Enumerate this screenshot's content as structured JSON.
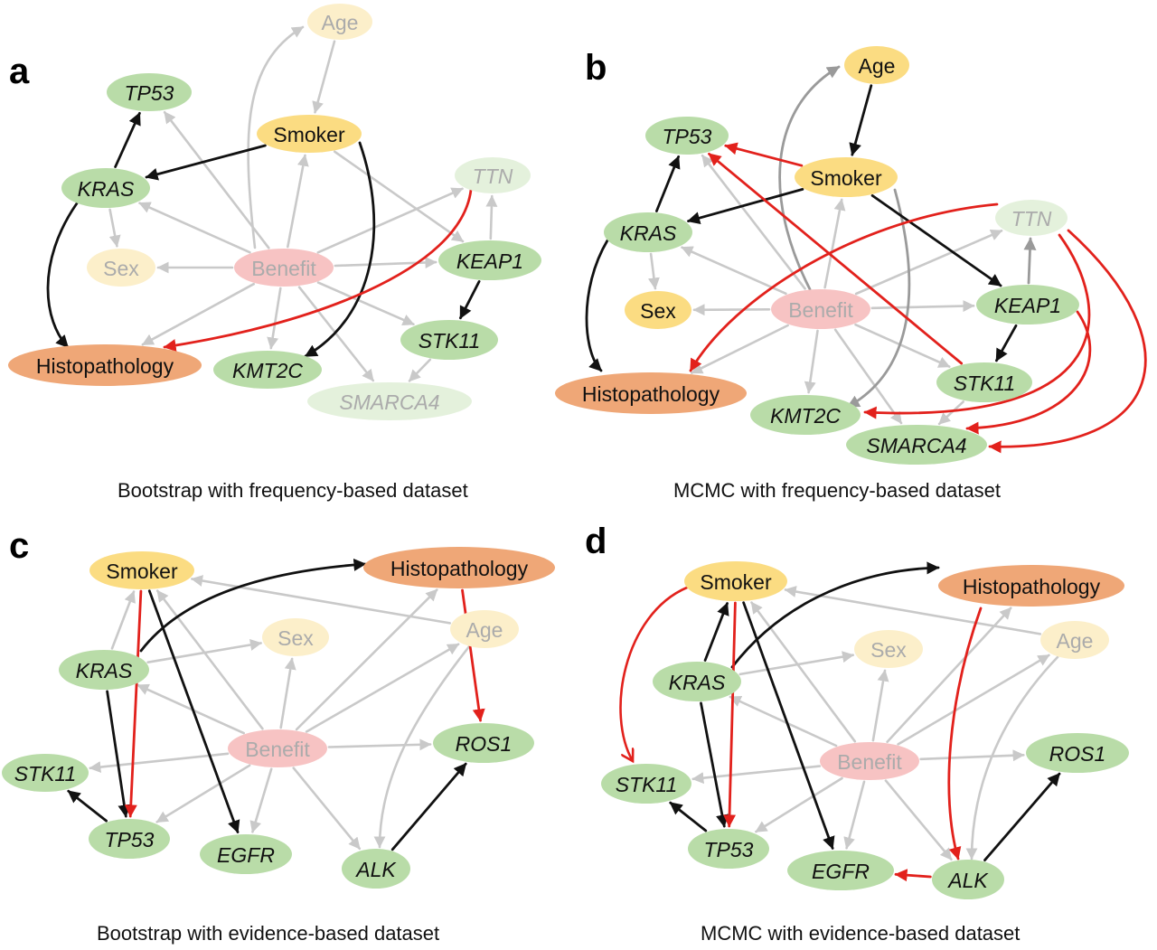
{
  "colors": {
    "black_edge": "#111111",
    "grey_edge": "#c9c9c9",
    "mid_grey_edge": "#9a9a9a",
    "red_edge": "#e2211c",
    "gene_fill": "#b9dca8",
    "gene_faded_fill": "#e4f1dc",
    "demo_fill": "#fbdc82",
    "demo_faded_fill": "#fcefca",
    "histo_fill": "#efa777",
    "benefit_fill": "#f7c3c3",
    "text": "#111111",
    "faded_text": "#ababab"
  },
  "panels": [
    {
      "letter": "a",
      "caption": "Bootstrap with frequency-based dataset",
      "nodes": [
        {
          "id": "Age",
          "label": "Age",
          "kind": "demo",
          "faded": true
        },
        {
          "id": "TP53",
          "label": "TP53",
          "kind": "gene"
        },
        {
          "id": "Smoker",
          "label": "Smoker",
          "kind": "demo"
        },
        {
          "id": "KRAS",
          "label": "KRAS",
          "kind": "gene"
        },
        {
          "id": "TTN",
          "label": "TTN",
          "kind": "gene",
          "faded": true
        },
        {
          "id": "Sex",
          "label": "Sex",
          "kind": "demo",
          "faded": true
        },
        {
          "id": "Benefit",
          "label": "Benefit",
          "kind": "benefit"
        },
        {
          "id": "KEAP1",
          "label": "KEAP1",
          "kind": "gene"
        },
        {
          "id": "STK11",
          "label": "STK11",
          "kind": "gene"
        },
        {
          "id": "Histopathology",
          "label": "Histopathology",
          "kind": "histo"
        },
        {
          "id": "KMT2C",
          "label": "KMT2C",
          "kind": "gene"
        },
        {
          "id": "SMARCA4",
          "label": "SMARCA4",
          "kind": "gene",
          "faded": true
        }
      ]
    },
    {
      "letter": "b",
      "caption": "MCMC with frequency-based dataset",
      "nodes": [
        {
          "id": "Age",
          "label": "Age",
          "kind": "demo"
        },
        {
          "id": "TP53",
          "label": "TP53",
          "kind": "gene"
        },
        {
          "id": "Smoker",
          "label": "Smoker",
          "kind": "demo"
        },
        {
          "id": "TTN",
          "label": "TTN",
          "kind": "gene",
          "faded": true
        },
        {
          "id": "KRAS",
          "label": "KRAS",
          "kind": "gene"
        },
        {
          "id": "Sex",
          "label": "Sex",
          "kind": "demo"
        },
        {
          "id": "Benefit",
          "label": "Benefit",
          "kind": "benefit"
        },
        {
          "id": "KEAP1",
          "label": "KEAP1",
          "kind": "gene"
        },
        {
          "id": "Histopathology",
          "label": "Histopathology",
          "kind": "histo"
        },
        {
          "id": "STK11",
          "label": "STK11",
          "kind": "gene"
        },
        {
          "id": "KMT2C",
          "label": "KMT2C",
          "kind": "gene"
        },
        {
          "id": "SMARCA4",
          "label": "SMARCA4",
          "kind": "gene"
        }
      ]
    },
    {
      "letter": "c",
      "caption": "Bootstrap with evidence-based dataset",
      "nodes": [
        {
          "id": "Smoker",
          "label": "Smoker",
          "kind": "demo"
        },
        {
          "id": "Histopathology",
          "label": "Histopathology",
          "kind": "histo"
        },
        {
          "id": "Sex",
          "label": "Sex",
          "kind": "demo",
          "faded": true
        },
        {
          "id": "Age",
          "label": "Age",
          "kind": "demo",
          "faded": true
        },
        {
          "id": "KRAS",
          "label": "KRAS",
          "kind": "gene"
        },
        {
          "id": "ROS1",
          "label": "ROS1",
          "kind": "gene"
        },
        {
          "id": "Benefit",
          "label": "Benefit",
          "kind": "benefit"
        },
        {
          "id": "STK11",
          "label": "STK11",
          "kind": "gene"
        },
        {
          "id": "TP53",
          "label": "TP53",
          "kind": "gene"
        },
        {
          "id": "EGFR",
          "label": "EGFR",
          "kind": "gene"
        },
        {
          "id": "ALK",
          "label": "ALK",
          "kind": "gene"
        }
      ]
    },
    {
      "letter": "d",
      "caption": "MCMC with evidence-based dataset",
      "nodes": [
        {
          "id": "Smoker",
          "label": "Smoker",
          "kind": "demo"
        },
        {
          "id": "Histopathology",
          "label": "Histopathology",
          "kind": "histo"
        },
        {
          "id": "Sex",
          "label": "Sex",
          "kind": "demo",
          "faded": true
        },
        {
          "id": "Age",
          "label": "Age",
          "kind": "demo",
          "faded": true
        },
        {
          "id": "KRAS",
          "label": "KRAS",
          "kind": "gene"
        },
        {
          "id": "Benefit",
          "label": "Benefit",
          "kind": "benefit"
        },
        {
          "id": "ROS1",
          "label": "ROS1",
          "kind": "gene"
        },
        {
          "id": "STK11",
          "label": "STK11",
          "kind": "gene"
        },
        {
          "id": "TP53",
          "label": "TP53",
          "kind": "gene"
        },
        {
          "id": "EGFR",
          "label": "EGFR",
          "kind": "gene"
        },
        {
          "id": "ALK",
          "label": "ALK",
          "kind": "gene"
        }
      ]
    }
  ]
}
